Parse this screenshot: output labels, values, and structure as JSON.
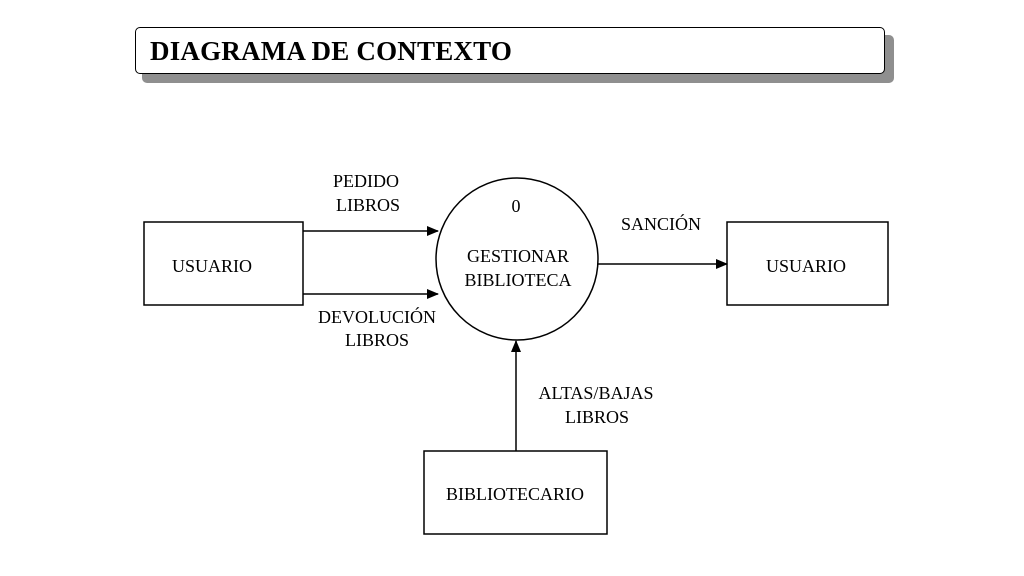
{
  "title": "DIAGRAMA DE CONTEXTO",
  "process": {
    "number": "0",
    "line1": "GESTIONAR",
    "line2": "BIBLIOTECA"
  },
  "entities": {
    "usuario_left": "USUARIO",
    "usuario_right": "USUARIO",
    "bibliotecario": "BIBLIOTECARIO"
  },
  "flows": {
    "pedido": {
      "line1": "PEDIDO",
      "line2": "LIBROS"
    },
    "devolucion": {
      "line1": "DEVOLUCIÓN",
      "line2": "LIBROS"
    },
    "sancion": {
      "line1": "SANCIÓN"
    },
    "altas_bajas": {
      "line1": "ALTAS/BAJAS",
      "line2": "LIBROS"
    }
  }
}
